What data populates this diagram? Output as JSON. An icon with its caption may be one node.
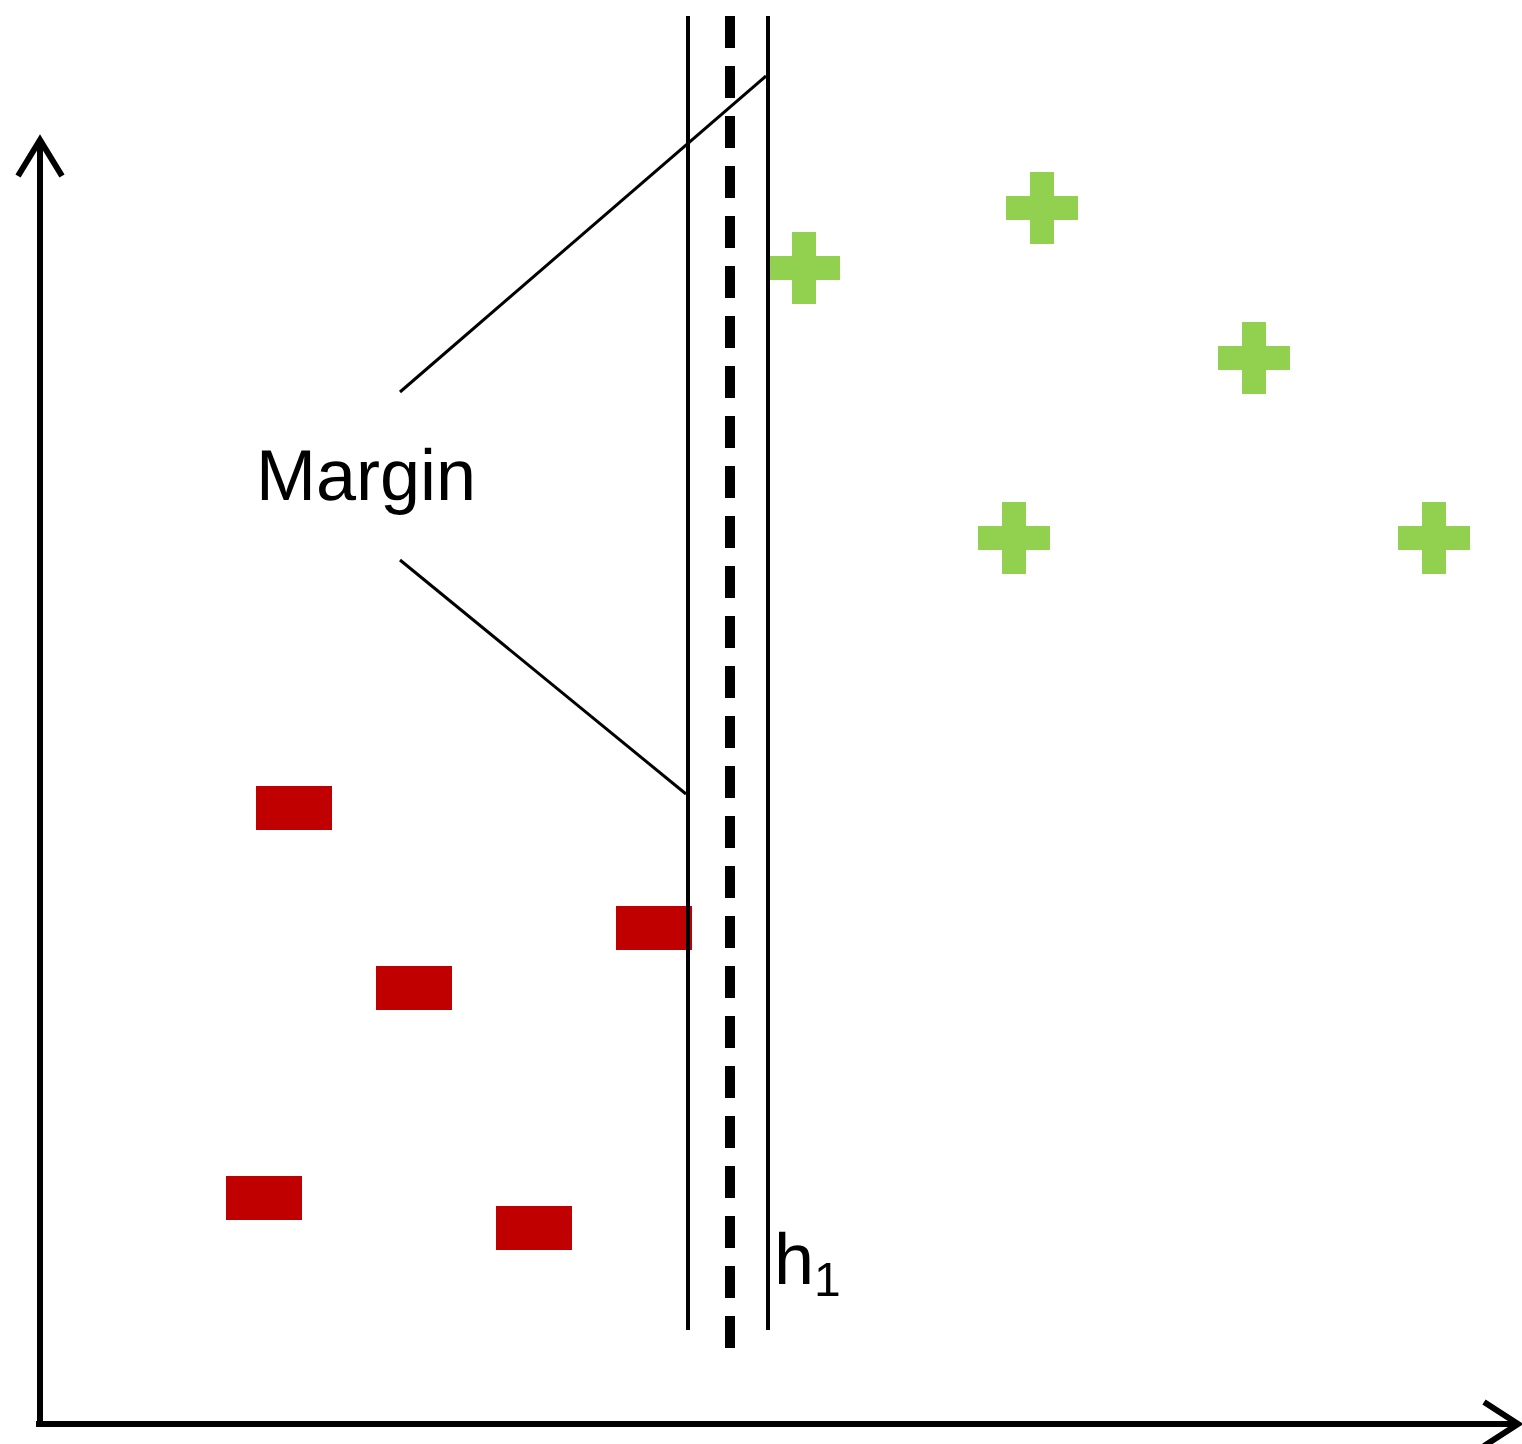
{
  "diagram": {
    "nodes": [
      {
        "text": [
          "Margin"
        ]
      },
      {
        "text": [],
        "shape": "line"
      },
      {
        "text": [],
        "shape": "line"
      }
    ],
    "edges": [
      {
        "from": 0,
        "to": 2,
        "arrow": "none"
      },
      {
        "from": 0,
        "to": 1,
        "arrow": "none"
      }
    ],
    "labels": [
      "h$_{1}$"
    ]
  }
}
